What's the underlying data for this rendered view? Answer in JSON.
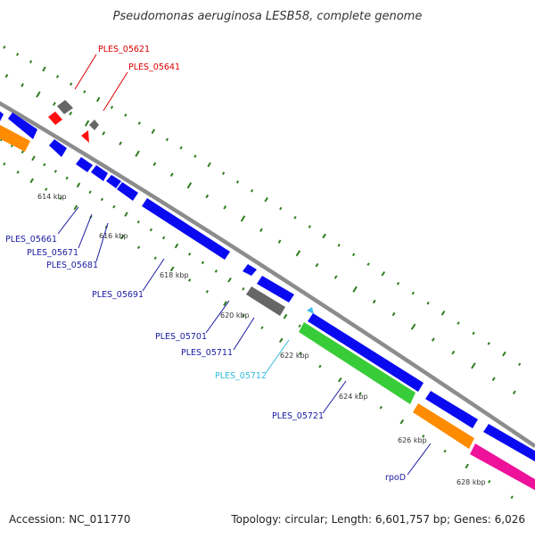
{
  "title": "Pseudomonas aeruginosa LESB58, complete genome",
  "footer": {
    "accession": "Accession: NC_011770",
    "summary": "Topology: circular; Length: 6,601,757 bp; Genes: 6,026"
  },
  "colors": {
    "backbone": "#8c8c8c",
    "tick": "#2e7d1e",
    "blue": "#0a0af0",
    "gray": "#666666",
    "red": "#ff1010",
    "orange": "#ff8c00",
    "green": "#39cc39",
    "pink": "#ee1199",
    "cyan": "#44bbee",
    "label_dark": "#1a1aa0",
    "label_red": "#dd0000",
    "label_cyan": "#33bbdd"
  },
  "scale_labels": [
    {
      "id": "614",
      "text": "614 kbp"
    },
    {
      "id": "616",
      "text": "616 kbp"
    },
    {
      "id": "618",
      "text": "618 kbp"
    },
    {
      "id": "620",
      "text": "620 kbp"
    },
    {
      "id": "622",
      "text": "622 kbp"
    },
    {
      "id": "624",
      "text": "624 kbp"
    },
    {
      "id": "626",
      "text": "626 kbp"
    },
    {
      "id": "628",
      "text": "628 kbp"
    }
  ],
  "gene_labels": [
    {
      "id": "05621",
      "text": "PLES_05621",
      "color": "red"
    },
    {
      "id": "05641",
      "text": "PLES_05641",
      "color": "red"
    },
    {
      "id": "05661",
      "text": "PLES_05661",
      "color": "dark"
    },
    {
      "id": "05671",
      "text": "PLES_05671",
      "color": "dark"
    },
    {
      "id": "05681",
      "text": "PLES_05681",
      "color": "dark"
    },
    {
      "id": "05691",
      "text": "PLES_05691",
      "color": "dark"
    },
    {
      "id": "05701",
      "text": "PLES_05701",
      "color": "dark"
    },
    {
      "id": "05711",
      "text": "PLES_05711",
      "color": "dark"
    },
    {
      "id": "05712",
      "text": "PLES_05712",
      "color": "cyan"
    },
    {
      "id": "05721",
      "text": "PLES_05721",
      "color": "dark"
    },
    {
      "id": "rpoD",
      "text": "rpoD",
      "color": "dark"
    }
  ]
}
